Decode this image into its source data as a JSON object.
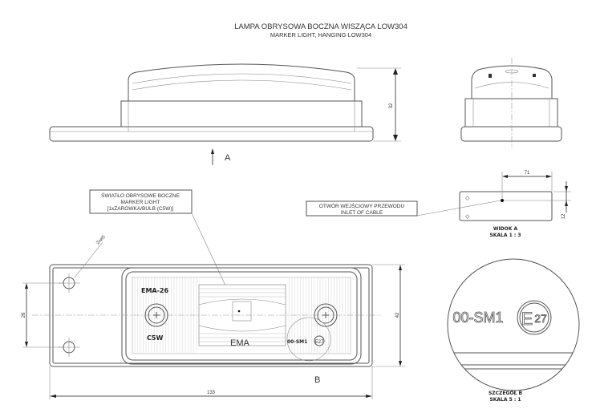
{
  "title": {
    "main": "LAMPA OBRYSOWA BOCZNA WISZĄCA LOW304",
    "sub": "MARKER LIGHT, HANGING LOW304"
  },
  "front_view": {
    "height_dim": "32",
    "view_arrow_label": "A"
  },
  "callouts": {
    "light": [
      "ŚWIATŁO OBRYSOWE BOCZNE",
      "MARKER LIGHT",
      "[1xŻARÓWKA/BULB (C5W)]"
    ],
    "cable": [
      "OTWÓR WEJŚCIOWY PRZEWODU",
      "INLET OF CABLE"
    ]
  },
  "view_a": {
    "dim_horizontal": "71",
    "dim_vertical": "12",
    "label": "WIDOK A",
    "scale": "SKALA 1 : 3"
  },
  "plan_view": {
    "hole_note": "2x⌀5",
    "dim_holes": "26",
    "dim_width": "42",
    "dim_length": "133",
    "detail_marker": "B",
    "lens_text": {
      "model": "EMA-26",
      "bulb": "C5W",
      "brand": "EMA",
      "approval": "00-SM1",
      "emark": "E27"
    }
  },
  "detail_b": {
    "approval": "00-SM1",
    "emark_letter": "E",
    "emark_number": "27",
    "label": "SZCZEGÓŁ B",
    "scale": "SKALA 5 : 1"
  }
}
